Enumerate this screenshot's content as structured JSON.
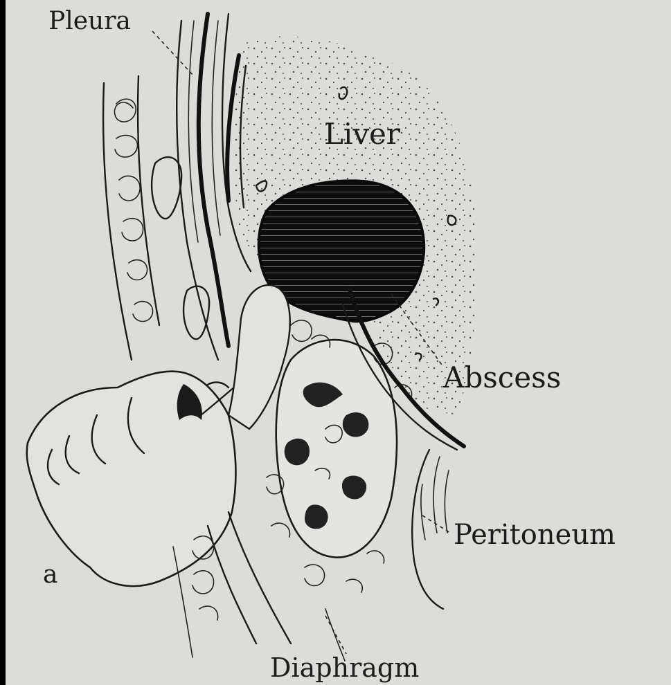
{
  "figure": {
    "panel_letter": "a",
    "labels": {
      "pleura": "Pleura",
      "liver": "Liver",
      "abscess": "Abscess",
      "peritoneum": "Peritoneum",
      "diaphragm": "Diaphragm"
    }
  },
  "colors": {
    "background": "#000000",
    "paper": "#dcdcda",
    "ink": "#1a1a1a"
  }
}
